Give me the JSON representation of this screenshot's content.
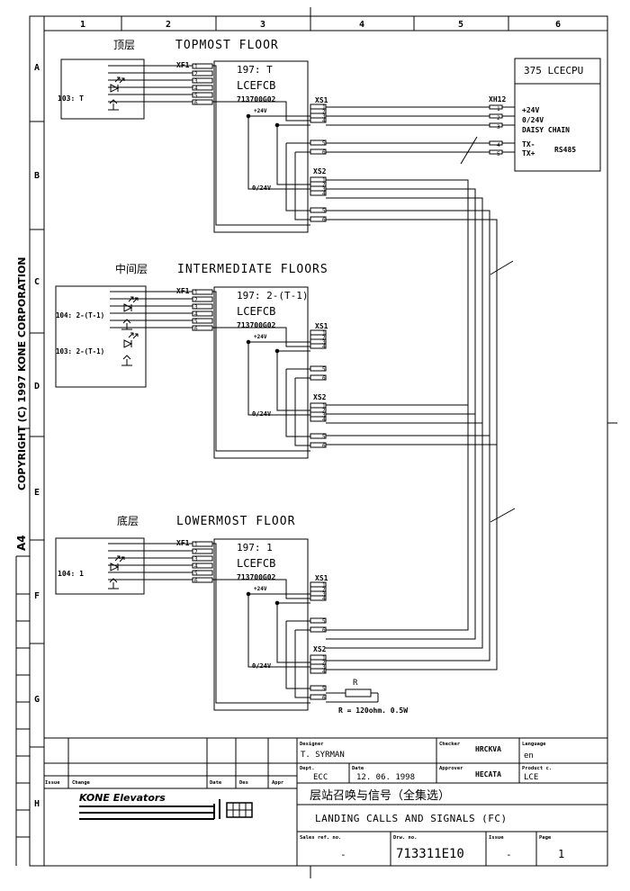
{
  "frame": {
    "columns": [
      "1",
      "2",
      "3",
      "4",
      "5",
      "6"
    ],
    "rows": [
      "A",
      "B",
      "C",
      "D",
      "E",
      "F",
      "G",
      "H"
    ],
    "copyright": "COPYRIGHT (C) 1997 KONE CORPORATION",
    "paper": "A4"
  },
  "sections": [
    {
      "cn": "顶层",
      "en": "TOPMOST FLOOR",
      "devices": [
        "103: T"
      ],
      "board_id": "197: T",
      "board_name": "LCEFCB",
      "board_part": "713700G02",
      "board_v": "+24V",
      "xf_label": "XF1",
      "xf_pins": [
        "1",
        "2",
        "3",
        "4",
        "5",
        "6"
      ],
      "xs1": "XS1",
      "xs1_pins": [
        "1",
        "2",
        "3",
        "4",
        "5",
        "6"
      ],
      "xs2": "XS2",
      "xs2_pins": [
        "1",
        "2",
        "3",
        "4",
        "5",
        "6"
      ],
      "ov": "0/24V"
    },
    {
      "cn": "中间层",
      "en": "INTERMEDIATE FLOORS",
      "devices": [
        "104: 2-(T-1)",
        "103: 2-(T-1)"
      ],
      "board_id": "197: 2-(T-1)",
      "board_name": "LCEFCB",
      "board_part": "713700G02",
      "board_v": "+24V",
      "xf_label": "XF1",
      "xf_pins": [
        "1",
        "2",
        "3",
        "4",
        "5",
        "6"
      ],
      "xs1": "XS1",
      "xs1_pins": [
        "1",
        "2",
        "3",
        "4",
        "5",
        "6"
      ],
      "xs2": "XS2",
      "xs2_pins": [
        "1",
        "2",
        "3",
        "4",
        "5",
        "6"
      ],
      "ov": "0/24V"
    },
    {
      "cn": "底层",
      "en": "LOWERMOST FLOOR",
      "devices": [
        "104: 1"
      ],
      "board_id": "197: 1",
      "board_name": "LCEFCB",
      "board_part": "713700G02",
      "board_v": "+24V",
      "xf_label": "XF1",
      "xf_pins": [
        "1",
        "2",
        "3",
        "4",
        "5",
        "6"
      ],
      "xs1": "XS1",
      "xs1_pins": [
        "1",
        "2",
        "3",
        "4",
        "5",
        "6"
      ],
      "xs2": "XS2",
      "xs2_pins": [
        "1",
        "2",
        "3",
        "4",
        "5",
        "6"
      ],
      "ov": "0/24V"
    }
  ],
  "lcecpu": {
    "title": "375  LCECPU",
    "connector": "XH12",
    "pins": [
      "1",
      "2",
      "3",
      "4",
      "5"
    ],
    "v24": "+24V",
    "v0": "0/24V",
    "daisy": "DAISY CHAIN",
    "txm": "TX-",
    "txp": "TX+",
    "rs": "RS485"
  },
  "resistor": {
    "label": "R",
    "note": "R = 120ohm. 0.5W"
  },
  "titleblock": {
    "designer_lbl": "Designer",
    "designer": "T. SYRMAN",
    "checker_lbl": "Checker",
    "checker": "HRCKVA",
    "language_lbl": "Language",
    "language": "en",
    "dept_lbl": "Dept.",
    "dept": "ECC",
    "date_lbl": "Date",
    "date": "12. 06. 1998",
    "approver_lbl": "Approver",
    "approver": "HECATA",
    "product_lbl": "Product c.",
    "product": "LCE",
    "issue_lbl": "Issue",
    "change_lbl": "Change",
    "date2_lbl": "Date",
    "des_lbl": "Des",
    "appr_lbl": "Appr",
    "company": "KONE Elevators",
    "title_cn": "层站召唤与信号（全集选）",
    "title_en": "LANDING CALLS AND SIGNALS (FC)",
    "sales_lbl": "Sales ref. no.",
    "sales": "-",
    "drw_lbl": "Drw. no.",
    "drw": "713311E10",
    "issue2_lbl": "Issue",
    "issue2": "-",
    "page_lbl": "Page",
    "page": "1"
  }
}
